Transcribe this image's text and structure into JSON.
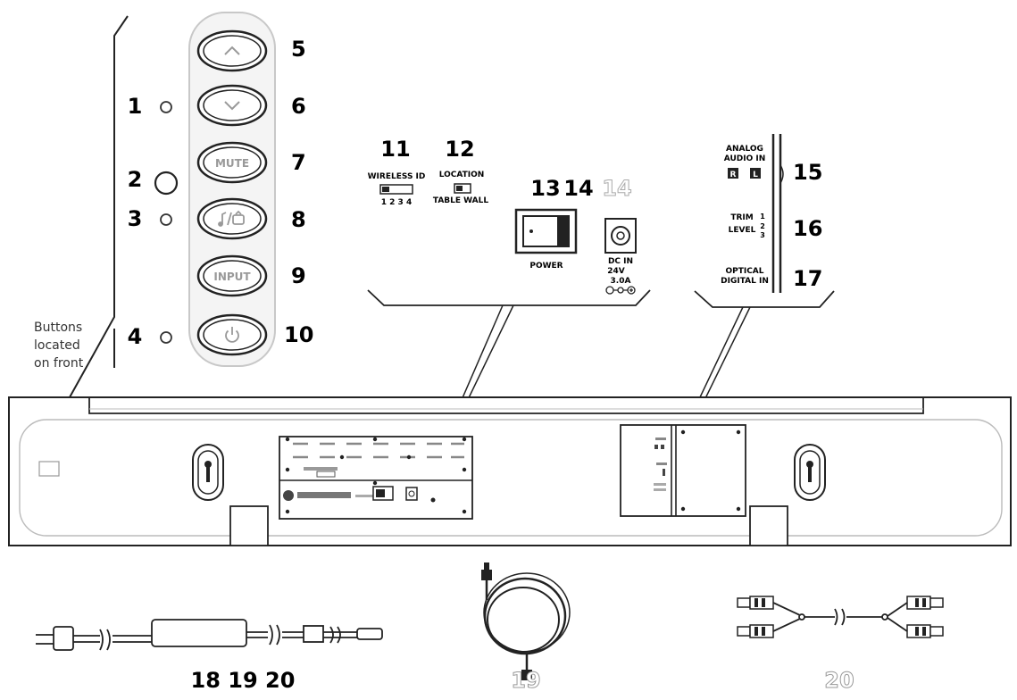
{
  "buttons_panel": {
    "callouts_left": [
      "1",
      "2",
      "3",
      "4"
    ],
    "callouts_right": [
      "5",
      "6",
      "7",
      "8",
      "9",
      "10"
    ],
    "mute_label": "MUTE",
    "input_label": "INPUT",
    "note_lines": [
      "Buttons",
      "located",
      "on front"
    ]
  },
  "left_panel": {
    "num_11": "11",
    "num_12": "12",
    "wireless_id": "WIRELESS ID",
    "wireless_positions": "1 2 3 4",
    "location": "LOCATION",
    "location_positions": "TABLE WALL",
    "num_13": "13",
    "num_14": "14",
    "num_14_outline": "14",
    "power": "POWER",
    "dc_in_1": "DC IN",
    "dc_in_2": "24V",
    "dc_in_3": "3.0A"
  },
  "right_panel": {
    "analog_1": "ANALOG",
    "analog_2": "AUDIO IN",
    "r_label": "R",
    "l_label": "L",
    "num_15": "15",
    "trim_1": "TRIM",
    "trim_2": "LEVEL",
    "trim_pos_1": "1",
    "trim_pos_2": "2",
    "trim_pos_3": "3",
    "num_16": "16",
    "optical_1": "OPTICAL",
    "optical_2": "DIGITAL IN",
    "num_17": "17"
  },
  "accessories": {
    "adapter_label": "18 19 20",
    "optical_cable_label": "19",
    "rca_cable_label": "20"
  }
}
